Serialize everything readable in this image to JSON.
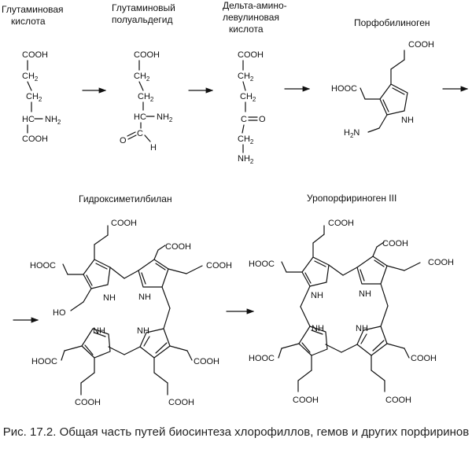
{
  "compounds": {
    "glutamic_acid": {
      "name_line1": "Глутаминовая",
      "name_line2": "кислота"
    },
    "glutamyl_semialdehyde": {
      "name_line1": "Глутаминовый",
      "name_line2": "полуальдегид"
    },
    "ala": {
      "name_line1": "Дельта-амино-",
      "name_line2": "левулиновая",
      "name_line3": "кислота"
    },
    "porphobilinogen": {
      "name": "Порфобилиноген"
    },
    "hydroxymethylbilane": {
      "name": "Гидроксиметилбилан"
    },
    "uroporphyrinogen": {
      "name": "Уропорфириноген III"
    }
  },
  "labels": {
    "cooh": "COOH",
    "hooc": "HOOC",
    "ch2": "CH",
    "ch2_sub": "2",
    "hc": "HC",
    "nh2": "NH",
    "nh2_sub": "2",
    "h2n": "H",
    "h2n_sub": "2",
    "h2n_n": "N",
    "c": "C",
    "o": "O",
    "h": "H",
    "nh": "NH",
    "ho": "HO"
  },
  "caption": {
    "number": "Рис. 17.2.",
    "text": "Общая часть путей биосинтеза хлорофиллов, гемов и других порфиринов"
  }
}
